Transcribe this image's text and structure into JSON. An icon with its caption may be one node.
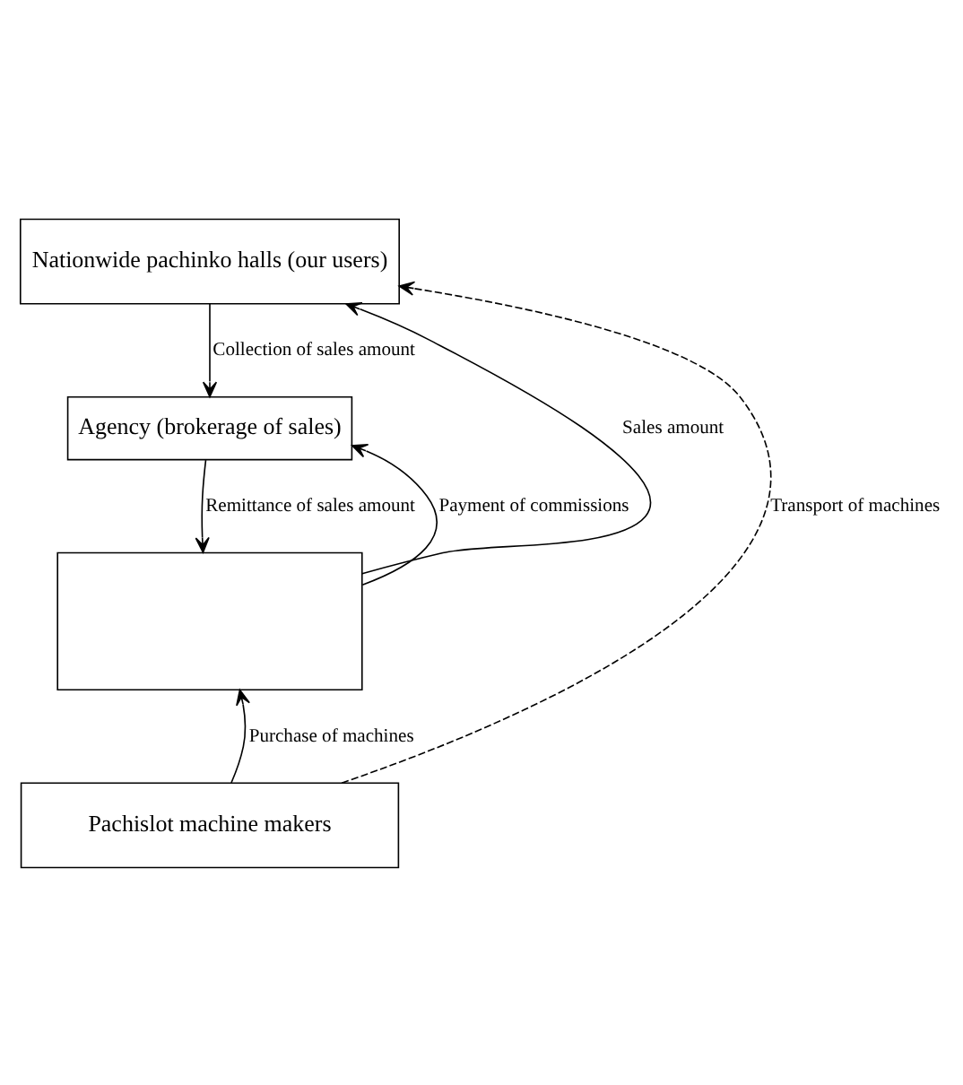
{
  "diagram": {
    "nodes": [
      {
        "text": [
          "Nationwide pachinko halls (our users)"
        ]
      },
      {
        "text": [
          "Agency (brokerage of sales)"
        ]
      },
      {
        "text": [],
        "shape": "box"
      },
      {
        "text": [
          "Pachislot machine makers"
        ]
      }
    ],
    "edges": [
      {
        "from": 0,
        "to": 1,
        "arrow": "to",
        "label": "Collection of sales amount"
      },
      {
        "from": 1,
        "to": 2,
        "arrow": "to",
        "label": "Remittance of sales amount"
      },
      {
        "from": 2,
        "to": 1,
        "arrow": "to",
        "label": "Payment of commissions"
      },
      {
        "from": 2,
        "to": 0,
        "arrow": "to",
        "label": "Sales amount"
      },
      {
        "from": 3,
        "to": 0,
        "arrow": "to",
        "label": "Transport of machines",
        "style": "dashed"
      },
      {
        "from": 3,
        "to": 2,
        "arrow": "to",
        "label": "Purchase of machines"
      }
    ]
  }
}
